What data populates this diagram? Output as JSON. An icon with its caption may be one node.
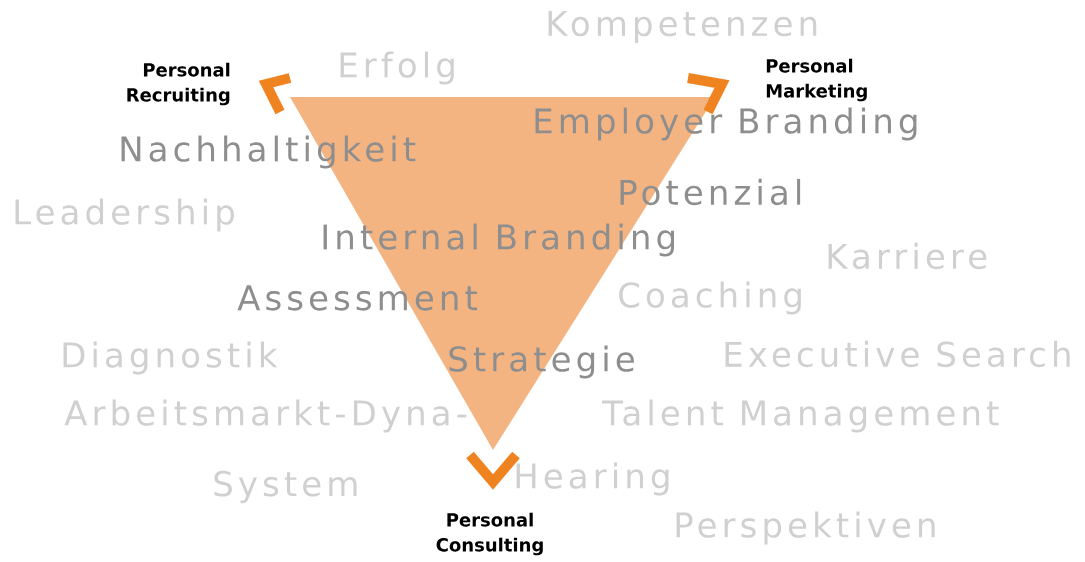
{
  "diagram": {
    "labels": [
      "Kompetenzen",
      "Erfolg",
      "Personal Recruiting",
      "Personal Marketing",
      "Employer Branding",
      "Nachhaltigkeit",
      "Potenzial",
      "Leadership",
      "Internal Branding",
      "Karriere",
      "Assessment",
      "Coaching",
      "Executive Search",
      "Diagnostik",
      "Strategie",
      "Arbeitsmarkt-Dyna-",
      "Talent Management",
      "Hearing",
      "System",
      "Personal Consulting",
      "Perspektiven"
    ]
  }
}
